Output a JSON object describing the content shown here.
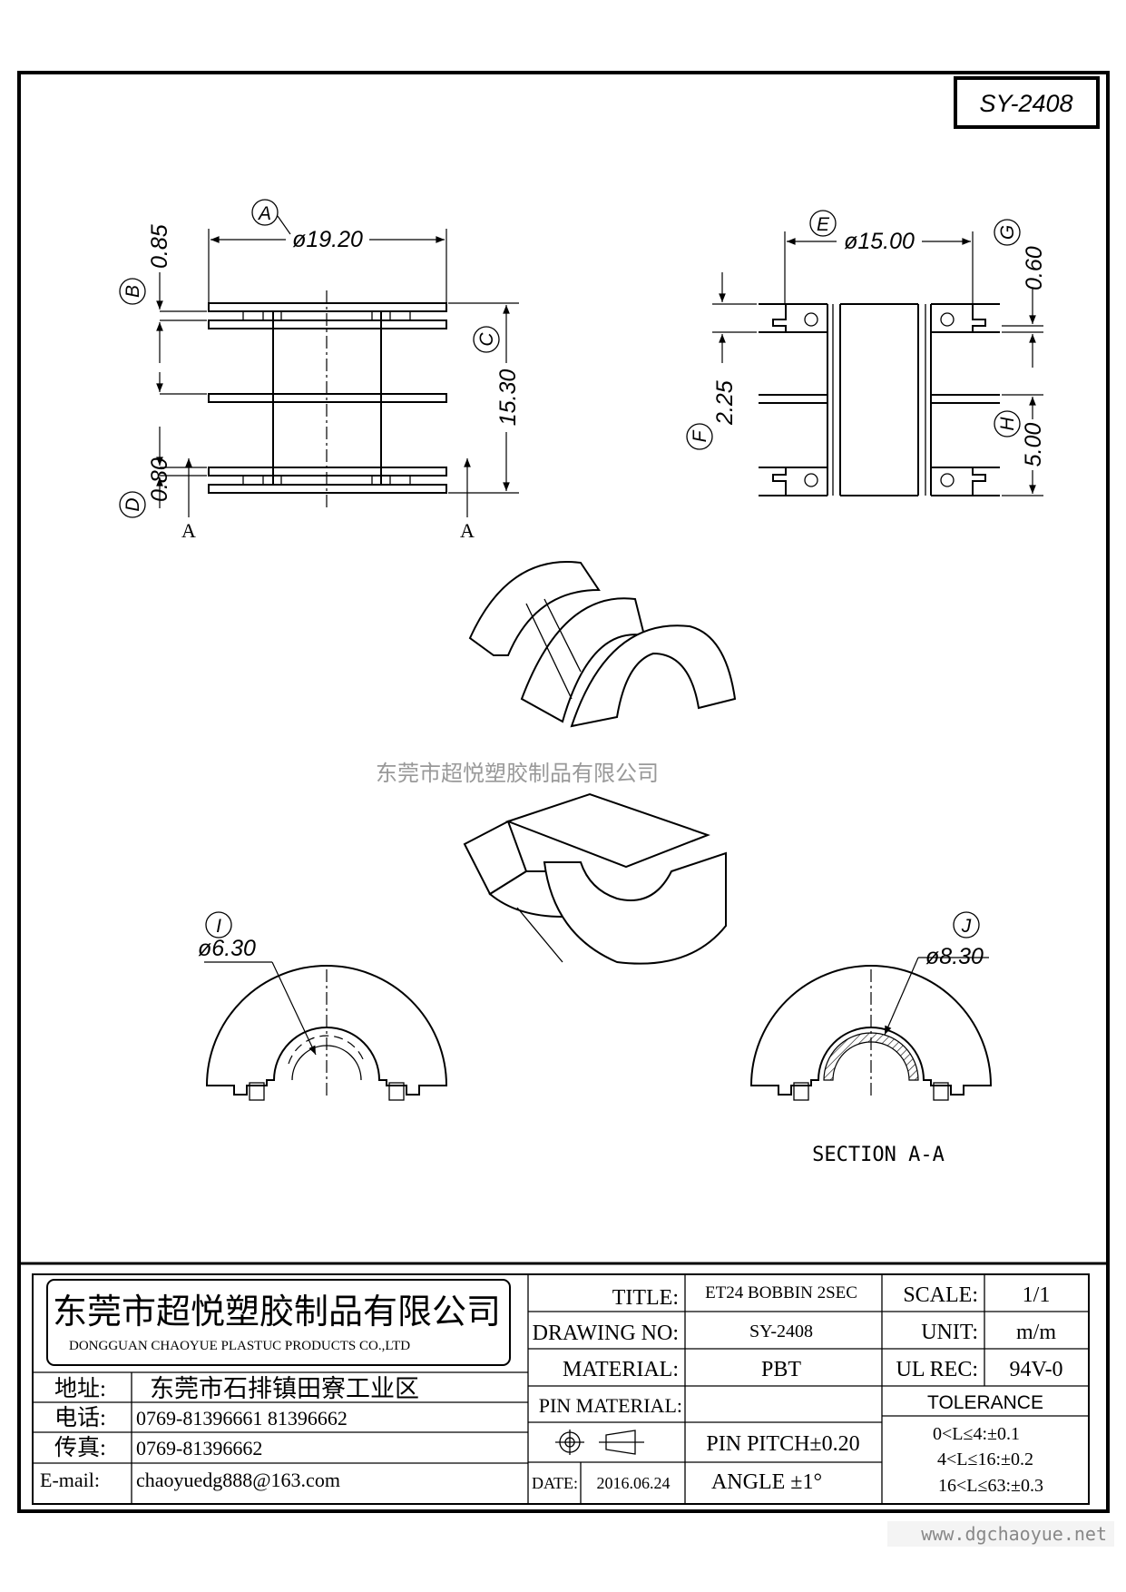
{
  "part_number": "SY-2408",
  "watermark": "东莞市超悦塑胶制品有限公司",
  "site_url": "www.dgchaoyue.net",
  "top_view": {
    "dim_a": {
      "tag": "A",
      "value": "ø19.20"
    },
    "dim_b": {
      "tag": "B",
      "value": "0.85"
    },
    "dim_c": {
      "tag": "C",
      "value": "15.30"
    },
    "dim_d": {
      "tag": "D",
      "value": "0.80"
    },
    "section_mark_left": "A",
    "section_mark_right": "A"
  },
  "side_view": {
    "dim_e": {
      "tag": "E",
      "value": "ø15.00"
    },
    "dim_f": {
      "tag": "F",
      "value": "2.25"
    },
    "dim_g": {
      "tag": "G",
      "value": "0.60"
    },
    "dim_h": {
      "tag": "H",
      "value": "5.00"
    }
  },
  "bottom_left": {
    "tag": "I",
    "value": "ø6.30"
  },
  "bottom_right": {
    "tag": "J",
    "value": "ø8.30",
    "caption": "SECTION  A-A"
  },
  "title_block": {
    "company_cn": "东莞市超悦塑胶制品有限公司",
    "company_en": "DONGGUAN CHAOYUE PLASTUC PRODUCTS CO.,LTD",
    "address_label": "地址:",
    "address": "东莞市石排镇田寮工业区",
    "phone_label": "电话:",
    "phone": "0769-81396661  81396662",
    "fax_label": "传真:",
    "fax": "0769-81396662",
    "email_label": "E-mail:",
    "email": "chaoyuedg888@163.com",
    "title_label": "TITLE:",
    "title": "ET24 BOBBIN 2SEC",
    "drawing_no_label": "DRAWING NO:",
    "drawing_no": "SY-2408",
    "material_label": "MATERIAL:",
    "material": "PBT",
    "pin_material_label": "PIN MATERIAL:",
    "pin_material": "",
    "date_label": "DATE:",
    "date": "2016.06.24",
    "scale_label": "SCALE:",
    "scale": "1/1",
    "unit_label": "UNIT:",
    "unit": "m/m",
    "ul_label": "UL REC:",
    "ul": "94V-0",
    "tolerance_label": "TOLERANCE",
    "pin_pitch": "PIN PITCH±0.20",
    "angle": "ANGLE  ±1°",
    "tol_1": "0<L≤4:±0.1",
    "tol_2": "4<L≤16:±0.2",
    "tol_3": "16<L≤63:±0.3"
  }
}
